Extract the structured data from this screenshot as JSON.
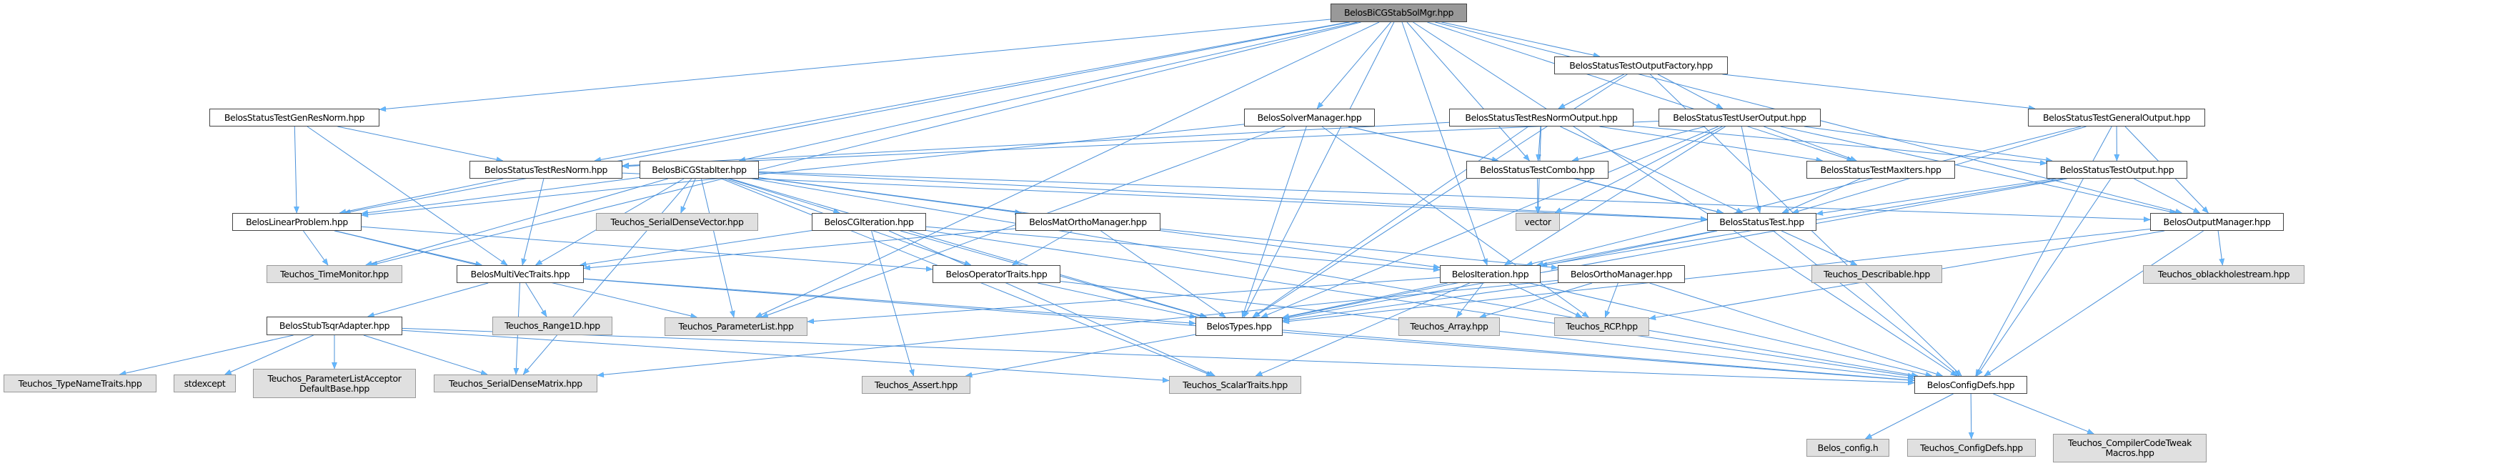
{
  "colors": {
    "edge": "#4a90d9",
    "arrow": "#63b8ff",
    "root_fill": "#999999",
    "external_fill": "#e0e0e0",
    "node_fill": "#ffffff"
  },
  "nodes": [
    {
      "id": "solmgr",
      "label": "BelosBiCGStabSolMgr.hpp",
      "kind": "root"
    },
    {
      "id": "factory",
      "label": "BelosStatusTestOutputFactory.hpp",
      "kind": "normal"
    },
    {
      "id": "genresnorm",
      "label": "BelosStatusTestGenResNorm.hpp",
      "kind": "normal"
    },
    {
      "id": "solvermgr",
      "label": "BelosSolverManager.hpp",
      "kind": "normal"
    },
    {
      "id": "resnormout",
      "label": "BelosStatusTestResNormOutput.hpp",
      "kind": "normal"
    },
    {
      "id": "userout",
      "label": "BelosStatusTestUserOutput.hpp",
      "kind": "normal"
    },
    {
      "id": "generalout",
      "label": "BelosStatusTestGeneralOutput.hpp",
      "kind": "normal"
    },
    {
      "id": "resnorm",
      "label": "BelosStatusTestResNorm.hpp",
      "kind": "normal"
    },
    {
      "id": "bicgiter",
      "label": "BelosBiCGStabIter.hpp",
      "kind": "normal"
    },
    {
      "id": "combo",
      "label": "BelosStatusTestCombo.hpp",
      "kind": "normal"
    },
    {
      "id": "maxiters",
      "label": "BelosStatusTestMaxIters.hpp",
      "kind": "normal"
    },
    {
      "id": "stout",
      "label": "BelosStatusTestOutput.hpp",
      "kind": "normal"
    },
    {
      "id": "linprob",
      "label": "BelosLinearProblem.hpp",
      "kind": "normal"
    },
    {
      "id": "sdvec",
      "label": "Teuchos_SerialDenseVector.hpp",
      "kind": "external"
    },
    {
      "id": "cgiter",
      "label": "BelosCGIteration.hpp",
      "kind": "normal"
    },
    {
      "id": "matortho",
      "label": "BelosMatOrthoManager.hpp",
      "kind": "normal"
    },
    {
      "id": "vector",
      "label": "vector",
      "kind": "external"
    },
    {
      "id": "stattest",
      "label": "BelosStatusTest.hpp",
      "kind": "normal"
    },
    {
      "id": "outmgr",
      "label": "BelosOutputManager.hpp",
      "kind": "normal"
    },
    {
      "id": "timemon",
      "label": "Teuchos_TimeMonitor.hpp",
      "kind": "external"
    },
    {
      "id": "mvtraits",
      "label": "BelosMultiVecTraits.hpp",
      "kind": "normal"
    },
    {
      "id": "optraits",
      "label": "BelosOperatorTraits.hpp",
      "kind": "normal"
    },
    {
      "id": "iteration",
      "label": "BelosIteration.hpp",
      "kind": "normal"
    },
    {
      "id": "orthomgr",
      "label": "BelosOrthoManager.hpp",
      "kind": "normal"
    },
    {
      "id": "describable",
      "label": "Teuchos_Describable.hpp",
      "kind": "external"
    },
    {
      "id": "oblack",
      "label": "Teuchos_oblackholestream.hpp",
      "kind": "external"
    },
    {
      "id": "stubtsqr",
      "label": "BelosStubTsqrAdapter.hpp",
      "kind": "normal"
    },
    {
      "id": "range1d",
      "label": "Teuchos_Range1D.hpp",
      "kind": "external"
    },
    {
      "id": "paramlist",
      "label": "Teuchos_ParameterList.hpp",
      "kind": "external"
    },
    {
      "id": "types",
      "label": "BelosTypes.hpp",
      "kind": "normal"
    },
    {
      "id": "array",
      "label": "Teuchos_Array.hpp",
      "kind": "external"
    },
    {
      "id": "rcp",
      "label": "Teuchos_RCP.hpp",
      "kind": "external"
    },
    {
      "id": "typename",
      "label": "Teuchos_TypeNameTraits.hpp",
      "kind": "external"
    },
    {
      "id": "stdexcept",
      "label": "stdexcept",
      "kind": "external"
    },
    {
      "id": "pladb",
      "label": "Teuchos_ParameterListAcceptor\nDefaultBase.hpp",
      "kind": "external"
    },
    {
      "id": "sdmat",
      "label": "Teuchos_SerialDenseMatrix.hpp",
      "kind": "external"
    },
    {
      "id": "assert",
      "label": "Teuchos_Assert.hpp",
      "kind": "external"
    },
    {
      "id": "scalartraits",
      "label": "Teuchos_ScalarTraits.hpp",
      "kind": "external"
    },
    {
      "id": "configdefs",
      "label": "BelosConfigDefs.hpp",
      "kind": "normal"
    },
    {
      "id": "belosconfig",
      "label": "Belos_config.h",
      "kind": "external"
    },
    {
      "id": "tconfigdefs",
      "label": "Teuchos_ConfigDefs.hpp",
      "kind": "external"
    },
    {
      "id": "tweak",
      "label": "Teuchos_CompilerCodeTweak\nMacros.hpp",
      "kind": "external"
    }
  ],
  "edges": [
    [
      "solmgr",
      "factory"
    ],
    [
      "solmgr",
      "solvermgr"
    ],
    [
      "solmgr",
      "genresnorm"
    ],
    [
      "solmgr",
      "linprob"
    ],
    [
      "solmgr",
      "bicgiter"
    ],
    [
      "solmgr",
      "resnorm"
    ],
    [
      "solmgr",
      "combo"
    ],
    [
      "solmgr",
      "maxiters"
    ],
    [
      "solmgr",
      "outmgr"
    ],
    [
      "solmgr",
      "types"
    ],
    [
      "solmgr",
      "configdefs"
    ],
    [
      "solmgr",
      "paramlist"
    ],
    [
      "solmgr",
      "iteration"
    ],
    [
      "solmgr",
      "timemon"
    ],
    [
      "factory",
      "resnormout"
    ],
    [
      "factory",
      "userout"
    ],
    [
      "factory",
      "generalout"
    ],
    [
      "factory",
      "types"
    ],
    [
      "factory",
      "configdefs"
    ],
    [
      "genresnorm",
      "linprob"
    ],
    [
      "genresnorm",
      "mvtraits"
    ],
    [
      "genresnorm",
      "resnorm"
    ],
    [
      "resnorm",
      "linprob"
    ],
    [
      "resnorm",
      "mvtraits"
    ],
    [
      "resnorm",
      "stattest"
    ],
    [
      "linprob",
      "timemon"
    ],
    [
      "linprob",
      "mvtraits"
    ],
    [
      "linprob",
      "optraits"
    ],
    [
      "linprob",
      "paramlist"
    ],
    [
      "bicgiter",
      "linprob"
    ],
    [
      "bicgiter",
      "mvtraits"
    ],
    [
      "bicgiter",
      "optraits"
    ],
    [
      "bicgiter",
      "sdvec"
    ],
    [
      "bicgiter",
      "sdmat"
    ],
    [
      "bicgiter",
      "cgiter"
    ],
    [
      "bicgiter",
      "matortho"
    ],
    [
      "bicgiter",
      "stattest"
    ],
    [
      "bicgiter",
      "outmgr"
    ],
    [
      "bicgiter",
      "types"
    ],
    [
      "bicgiter",
      "configdefs"
    ],
    [
      "bicgiter",
      "timemon"
    ],
    [
      "bicgiter",
      "paramlist"
    ],
    [
      "bicgiter",
      "scalartraits"
    ],
    [
      "bicgiter",
      "iteration"
    ],
    [
      "cgiter",
      "mvtraits"
    ],
    [
      "cgiter",
      "iteration"
    ],
    [
      "cgiter",
      "types"
    ],
    [
      "cgiter",
      "configdefs"
    ],
    [
      "cgiter",
      "assert"
    ],
    [
      "cgiter",
      "scalartraits"
    ],
    [
      "matortho",
      "orthomgr"
    ],
    [
      "matortho",
      "optraits"
    ],
    [
      "matortho",
      "types"
    ],
    [
      "matortho",
      "mvtraits"
    ],
    [
      "optraits",
      "types"
    ],
    [
      "optraits",
      "configdefs"
    ],
    [
      "mvtraits",
      "stubtsqr"
    ],
    [
      "mvtraits",
      "range1d"
    ],
    [
      "mvtraits",
      "types"
    ],
    [
      "mvtraits",
      "sdmat"
    ],
    [
      "mvtraits",
      "configdefs"
    ],
    [
      "stubtsqr",
      "typename"
    ],
    [
      "stubtsqr",
      "stdexcept"
    ],
    [
      "stubtsqr",
      "pladb"
    ],
    [
      "stubtsqr",
      "sdmat"
    ],
    [
      "stubtsqr",
      "configdefs"
    ],
    [
      "stubtsqr",
      "scalartraits"
    ],
    [
      "solvermgr",
      "types"
    ],
    [
      "solvermgr",
      "combo"
    ],
    [
      "solvermgr",
      "paramlist"
    ],
    [
      "solvermgr",
      "linprob"
    ],
    [
      "solvermgr",
      "stattest"
    ],
    [
      "solvermgr",
      "rcp"
    ],
    [
      "resnormout",
      "combo"
    ],
    [
      "resnormout",
      "vector"
    ],
    [
      "resnormout",
      "stattest"
    ],
    [
      "resnormout",
      "maxiters"
    ],
    [
      "resnormout",
      "stout"
    ],
    [
      "resnormout",
      "resnorm"
    ],
    [
      "resnormout",
      "types"
    ],
    [
      "userout",
      "combo"
    ],
    [
      "userout",
      "vector"
    ],
    [
      "userout",
      "stattest"
    ],
    [
      "userout",
      "iteration"
    ],
    [
      "userout",
      "outmgr"
    ],
    [
      "userout",
      "stout"
    ],
    [
      "userout",
      "maxiters"
    ],
    [
      "userout",
      "resnorm"
    ],
    [
      "userout",
      "types"
    ],
    [
      "generalout",
      "stout"
    ],
    [
      "generalout",
      "outmgr"
    ],
    [
      "generalout",
      "iteration"
    ],
    [
      "generalout",
      "stattest"
    ],
    [
      "generalout",
      "configdefs"
    ],
    [
      "stout",
      "stattest"
    ],
    [
      "stout",
      "outmgr"
    ],
    [
      "stout",
      "iteration"
    ],
    [
      "stout",
      "types"
    ],
    [
      "stout",
      "configdefs"
    ],
    [
      "combo",
      "vector"
    ],
    [
      "combo",
      "stattest"
    ],
    [
      "maxiters",
      "stattest"
    ],
    [
      "stattest",
      "types"
    ],
    [
      "stattest",
      "iteration"
    ],
    [
      "stattest",
      "describable"
    ],
    [
      "stattest",
      "configdefs"
    ],
    [
      "iteration",
      "types"
    ],
    [
      "iteration",
      "array"
    ],
    [
      "iteration",
      "rcp"
    ],
    [
      "iteration",
      "configdefs"
    ],
    [
      "iteration",
      "scalartraits"
    ],
    [
      "iteration",
      "paramlist"
    ],
    [
      "orthomgr",
      "types"
    ],
    [
      "orthomgr",
      "array"
    ],
    [
      "orthomgr",
      "rcp"
    ],
    [
      "orthomgr",
      "configdefs"
    ],
    [
      "orthomgr",
      "sdmat"
    ],
    [
      "outmgr",
      "configdefs"
    ],
    [
      "outmgr",
      "oblack"
    ],
    [
      "outmgr",
      "rcp"
    ],
    [
      "outmgr",
      "types"
    ],
    [
      "types",
      "configdefs"
    ],
    [
      "types",
      "assert"
    ],
    [
      "configdefs",
      "belosconfig"
    ],
    [
      "configdefs",
      "tconfigdefs"
    ],
    [
      "configdefs",
      "tweak"
    ]
  ]
}
